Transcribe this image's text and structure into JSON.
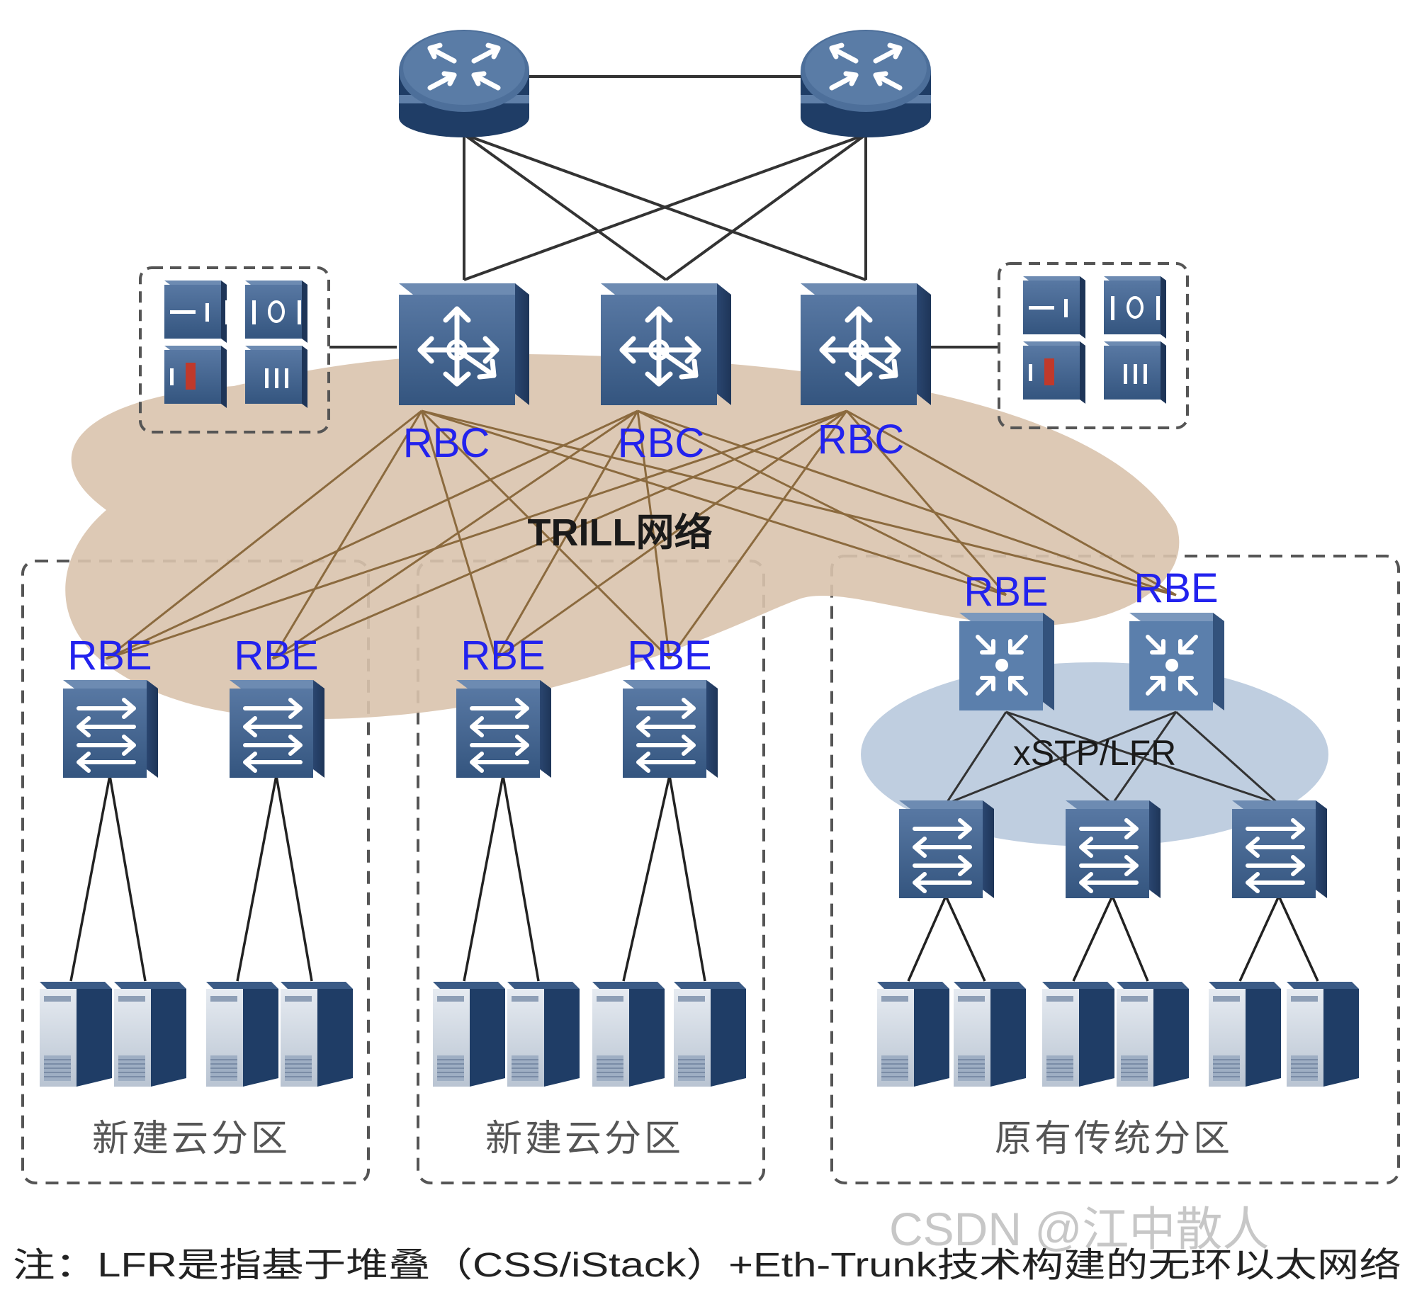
{
  "labels": {
    "rbc": "RBC",
    "rbe": "RBE",
    "trill_network": "TRILL网络",
    "xstp_lfr": "xSTP/LFR",
    "zone_new_cloud": "新建云分区",
    "zone_legacy": "原有传统分区",
    "footnote": "注：LFR是指基于堆叠（CSS/iStack）+Eth-Trunk技术构建的无环以太网络",
    "watermark": "CSDN @江中散人"
  },
  "icons": {
    "core_router": "router-icon",
    "rbc_switch": "layer3-switch-icon",
    "rbe_switch": "layer2-switch-icon",
    "legacy_agg_switch": "aggregation-switch-icon",
    "access_switch": "layer2-switch-icon",
    "server": "server-icon",
    "service_cluster": "security-appliance-icon"
  },
  "colors": {
    "device_blue": "#3f628f",
    "trill_fill": "#d9c3ad",
    "xstp_fill": "#b8c9dd",
    "label_blue": "#2222ee",
    "trill_link": "#8b6a3e"
  }
}
